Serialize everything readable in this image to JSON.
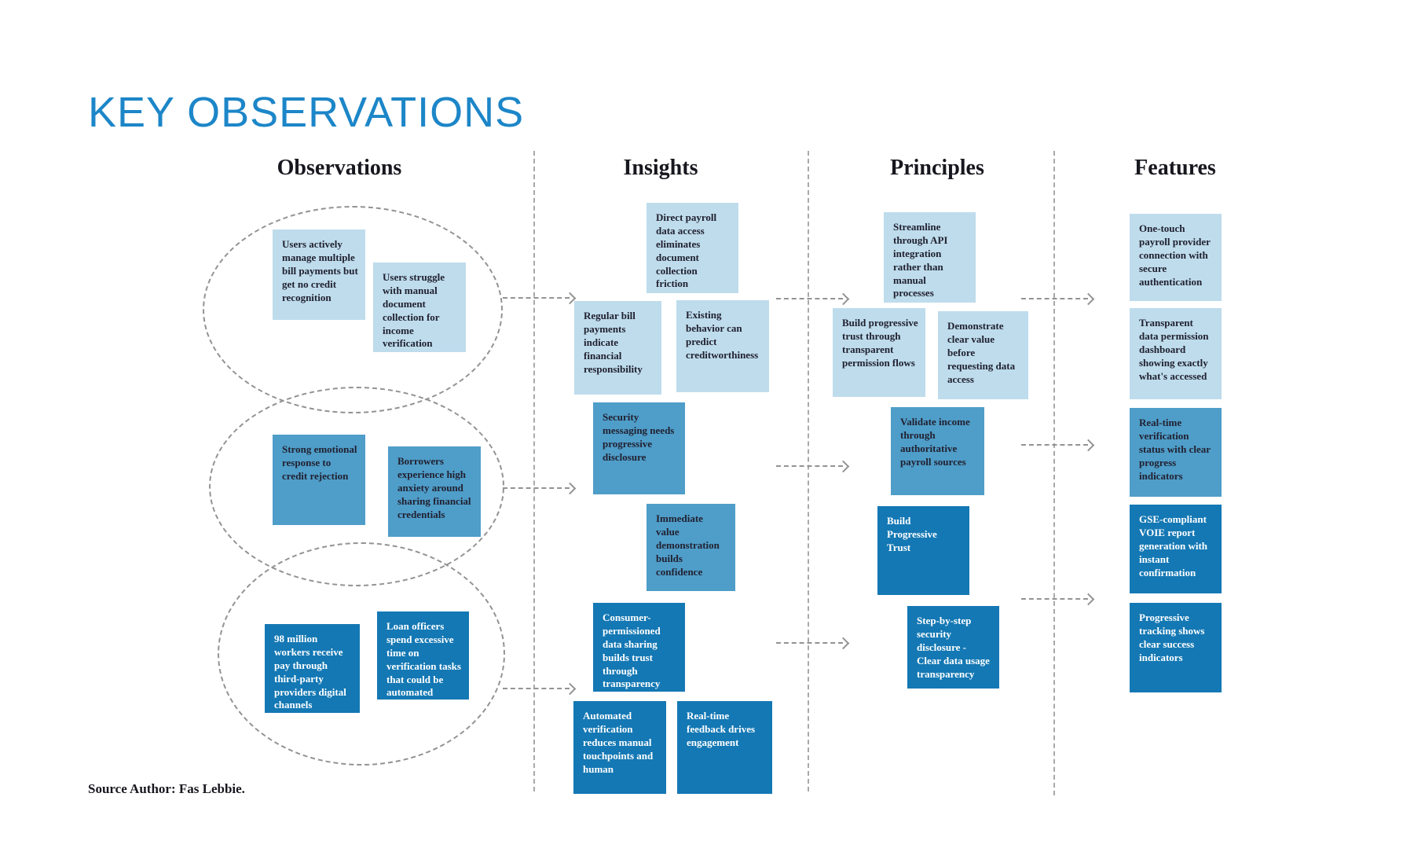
{
  "title": "KEY OBSERVATIONS",
  "source_note": "Source Author: Fas Lebbie.",
  "colors": {
    "title_blue": "#1c86c8",
    "note_light": "#bedcec",
    "note_medium": "#4f9dc9",
    "note_dark": "#1478b4",
    "note_text_dark": "#212130",
    "note_text_light": "#ffffff",
    "line_gray": "#939393",
    "header_text": "#17171f"
  },
  "columns": {
    "observations": {
      "header": "Observations",
      "notes": [
        "Users actively manage multiple bill payments but get no credit recognition",
        "Users struggle with manual document collection for income verification",
        "Strong emotional response to credit rejection",
        "Borrowers experience high anxiety around sharing financial credentials",
        "98 million workers receive pay through third-party providers digital channels",
        "Loan officers spend excessive time on verification tasks that could be automated"
      ]
    },
    "insights": {
      "header": "Insights",
      "notes": [
        "Direct payroll data access eliminates document collection friction",
        "Regular bill payments indicate financial responsibility",
        "Existing behavior can predict creditworthiness",
        "Security messaging needs progressive disclosure",
        "Immediate value demonstration builds confidence",
        "Consumer-permissioned data sharing builds trust through transparency",
        "Automated verification reduces manual touchpoints and human",
        "Real-time feedback drives engagement"
      ]
    },
    "principles": {
      "header": "Principles",
      "notes": [
        "Streamline through API integration rather than manual processes",
        "Build progressive trust through transparent permission flows",
        "Demonstrate clear value before requesting data access",
        "Validate income through authoritative payroll sources",
        "Build Progressive Trust",
        "Step-by-step security disclosure - Clear data usage transparency"
      ]
    },
    "features": {
      "header": "Features",
      "notes": [
        "One-touch payroll provider connection with secure authentication",
        "Transparent data permission dashboard showing exactly what's accessed",
        "Real-time verification status with clear progress indicators",
        "GSE-compliant VOIE report generation with instant confirmation",
        "Progressive tracking shows clear success indicators"
      ]
    }
  }
}
